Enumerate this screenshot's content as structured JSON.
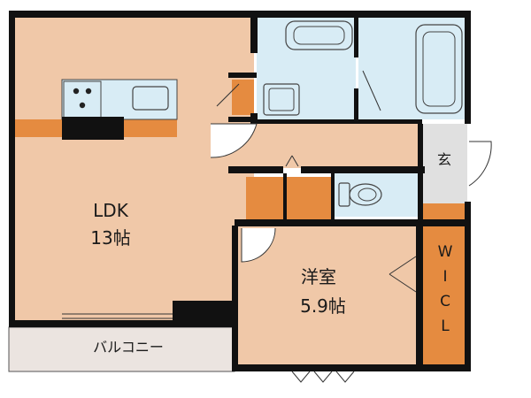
{
  "rooms": {
    "ldk": {
      "name": "LDK",
      "size": "13帖"
    },
    "western": {
      "name": "洋室",
      "size": "5.9帖"
    },
    "balcony": {
      "name": "バルコニー"
    },
    "entrance": {
      "name": "玄"
    },
    "closet": {
      "name": "W\nI\nC\nL",
      "letters": [
        "W",
        "I",
        "C",
        "L"
      ]
    }
  },
  "colors": {
    "room_fill": "#f0c8a8",
    "accent_fill": "#e58b40",
    "wet_fill": "#d8ecf5",
    "wall": "#111111",
    "balcony_fill": "#ebe4e0",
    "entrance_fill": "#e0e0e0"
  },
  "icons": [
    "stove-icon",
    "sink-icon",
    "bathtub-icon",
    "toilet-icon",
    "washbasin-icon"
  ]
}
